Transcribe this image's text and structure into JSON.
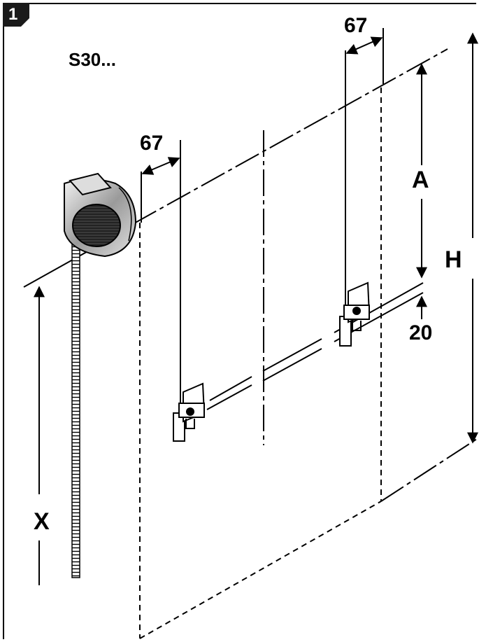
{
  "step": {
    "number": "1"
  },
  "model_label": "S30...",
  "dimensions": {
    "offset_right": "67",
    "offset_left": "67",
    "a": "A",
    "h": "H",
    "bracket_gap": "20",
    "x": "X"
  },
  "icons": [
    "roller-mechanism-icon",
    "bead-chain-icon",
    "wall-bracket-icon"
  ]
}
